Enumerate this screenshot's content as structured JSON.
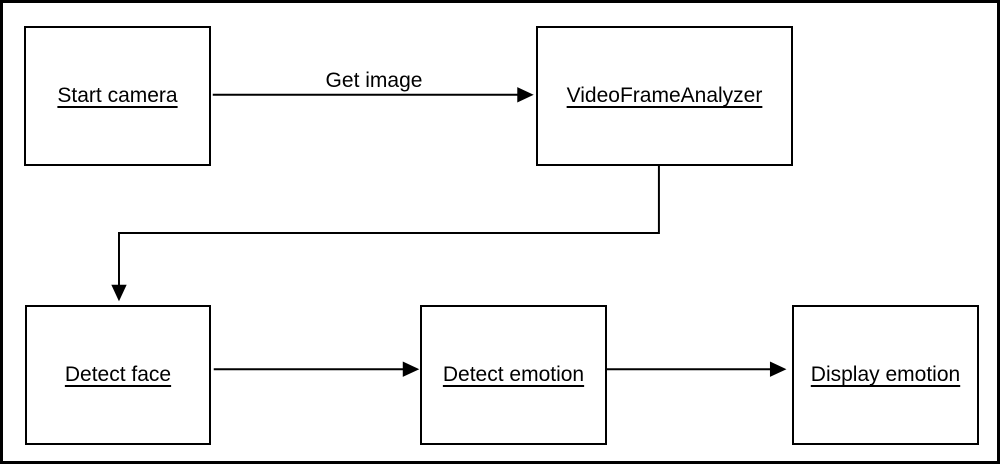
{
  "diagram": {
    "colors": {
      "background": "#ffffff",
      "node_fill": "#ffffff",
      "line": "#000000",
      "text": "#000000"
    },
    "nodes": [
      {
        "id": "start-camera",
        "label": "Start camera"
      },
      {
        "id": "video-frame-analyzer",
        "label": "VideoFrameAnalyzer"
      },
      {
        "id": "detect-face",
        "label": "Detect face"
      },
      {
        "id": "detect-emotion",
        "label": "Detect emotion"
      },
      {
        "id": "display-emotion",
        "label": "Display emotion"
      }
    ],
    "edges": [
      {
        "from": "start-camera",
        "to": "video-frame-analyzer",
        "label": "Get image"
      },
      {
        "from": "video-frame-analyzer",
        "to": "detect-face"
      },
      {
        "from": "detect-face",
        "to": "detect-emotion"
      },
      {
        "from": "detect-emotion",
        "to": "display-emotion"
      }
    ]
  }
}
